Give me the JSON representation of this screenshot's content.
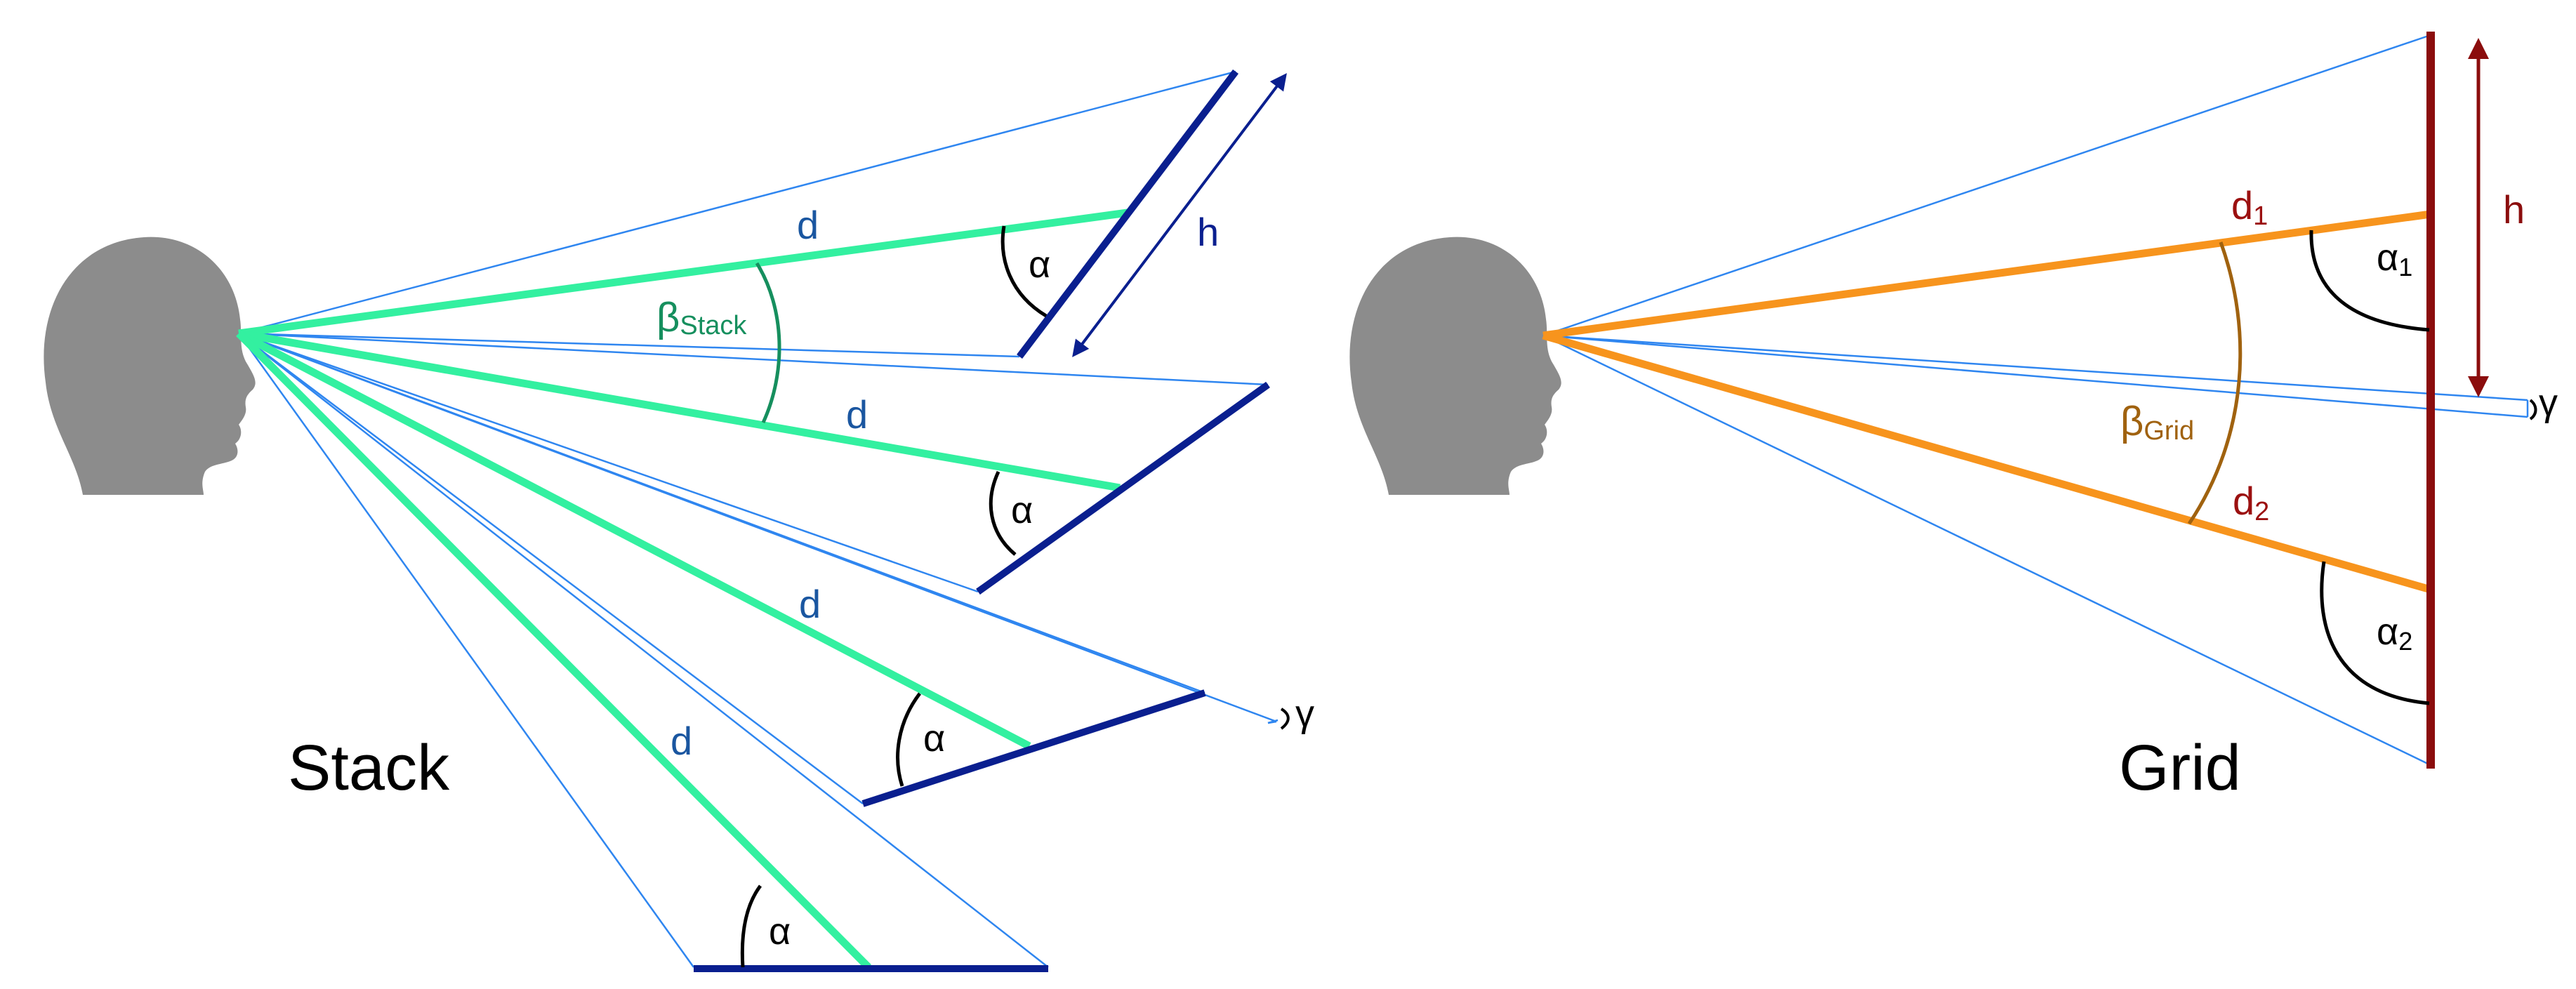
{
  "colors": {
    "head": "#8c8c8c",
    "sightline": "#2f86f0",
    "stack_distance": "#33f0a0",
    "stack_screen": "#0a1f8f",
    "stack_angle_label": "#168f5e",
    "distance_label": "#1a56a0",
    "height_label_stack": "#0a1f8f",
    "grid_distance": "#f7941d",
    "grid_screen": "#8b0d0d",
    "grid_angle_label": "#a0620f",
    "grid_distance_label": "#9b1010",
    "angle_arc": "#000000"
  },
  "icons": {
    "viewer_head_stack": "human-head-silhouette-icon",
    "viewer_head_grid": "human-head-silhouette-icon"
  },
  "stack": {
    "title": "Stack",
    "distance_labels": [
      "d",
      "d",
      "d",
      "d"
    ],
    "screen_angle_label": "α",
    "beta_symbol": "β",
    "beta_subscript": "Stack",
    "height_label": "h",
    "gap_angle_label": "γ"
  },
  "grid": {
    "title": "Grid",
    "d1_symbol": "d",
    "d1_subscript": "1",
    "d2_symbol": "d",
    "d2_subscript": "2",
    "alpha1_symbol": "α",
    "alpha1_subscript": "1",
    "alpha2_symbol": "α",
    "alpha2_subscript": "2",
    "beta_symbol": "β",
    "beta_subscript": "Grid",
    "height_label": "h",
    "gap_angle_label": "γ"
  }
}
